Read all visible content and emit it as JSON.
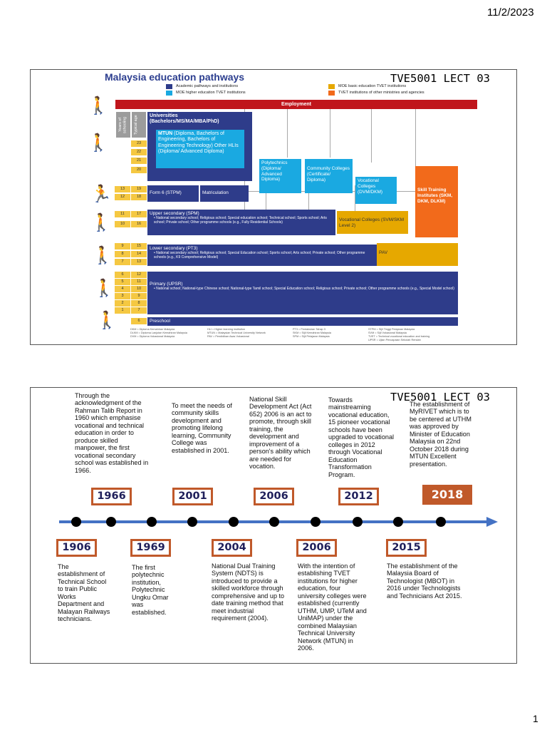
{
  "page": {
    "date": "11/2/2023",
    "number": "1"
  },
  "lecture_code": "TVE5001 LECT 03",
  "pathways": {
    "title": "Malaysia education pathways",
    "legend": [
      {
        "label": "Academic pathways and institutions",
        "color": "#2e3c8a"
      },
      {
        "label": "MOE higher education TVET institutions",
        "color": "#1aa9e1"
      },
      {
        "label": "MOE basic education TVET institutions",
        "color": "#e6a800"
      },
      {
        "label": "TVET institutions of other ministries and agencies",
        "color": "#f26a1b"
      }
    ],
    "employment": "Employment",
    "side_headers": {
      "years": "Years of schooling",
      "age": "Typical age"
    },
    "universities": {
      "title": "Universities",
      "subtitle": "(Bachelors/MS/MA/MBA/PhD)"
    },
    "mtun": {
      "bold": "MTUN",
      "text": " (Diploma, Bachelors of Engineering, Bachelors of Engineering Technology) Other HLIs (Diploma/ Advanced Diploma)"
    },
    "polytechnics": "Polytechnics (Diploma/ Advanced Diploma)",
    "community_colleges": "Community Colleges (Certificate/ Diploma)",
    "vocational_colleges_dvm": "Vocational Colleges (DVM/DKM)",
    "skill_training": "Skill Training Institutes (SKM, DKM, DLKM)",
    "form6": "Form 6 (STPM)",
    "matriculation": "Matriculation",
    "upper_secondary": {
      "title": "Upper secondary (SPM)",
      "detail": "National secondary school; Religious school; Special education school; Technical school; Sports school; Arts school; Private school; Other programme schools  (e.g., Fully Residential Schools)"
    },
    "vocational_colleges_svm": "Vocational Colleges (SVM/SKM Level 2)",
    "lower_secondary": {
      "title": "Lower secondary (PT3)",
      "detail": "National secondary school; Religious school; Special Education school; Sports school; Arts school; Private school; Other programme schools (e.g., K9 Comprehensive Model)"
    },
    "pav": "PAV",
    "primary": {
      "title": "Primary (UPSR)",
      "detail": "National school; National-type Chinese school; National-type Tamil school; Special Education school; Religious school; Private school; Other programme schools (e.g., Special Model school)"
    },
    "preschool": "Preschool",
    "ages": {
      "university": [
        "23",
        "22",
        "21",
        "20"
      ],
      "form6": [
        [
          "13",
          "19"
        ],
        [
          "12",
          "18"
        ]
      ],
      "upper": [
        [
          "11",
          "17"
        ],
        [
          "10",
          "16"
        ]
      ],
      "lower": [
        [
          "9",
          "15"
        ],
        [
          "8",
          "14"
        ],
        [
          "7",
          "13"
        ]
      ],
      "primary": [
        [
          "6",
          "12"
        ],
        [
          "5",
          "11"
        ],
        [
          "4",
          "10"
        ],
        [
          "3",
          "9"
        ],
        [
          "2",
          "8"
        ],
        [
          "1",
          "7"
        ]
      ],
      "preschool": "6"
    },
    "abbreviations": [
      "DKM = Diploma Kemahiran Malaysia\nDLKM = Diploma Lanjutan Kemahiran Malaysia\nDVM = Diploma Vokasional Malaysia",
      "HLI = Higher learning institution\nMTUN = Malaysian Technical University Network\nPAV = Pendidikan Asas Vokasional",
      "PT3 = Pentaksiran Tahap 3\nSKM = Sijil Kemahiran Malaysia\nSPM = Sijil Pelajaran Malaysia",
      "STPM = Sijil Tinggi Pelajaran Malaysia\nSVM = Sijil Vokasional Malaysia\nTVET = Technical vocational education and training\nUPSR = Ujian Pencapaian Sekolah Rendah"
    ]
  },
  "timeline": {
    "events": [
      {
        "year": "1966",
        "text": "Through the acknowledgment of the Rahman Talib Report in 1960 which emphasise vocational and technical education in order to produce skilled manpower, the first vocational secondary school was established in 1966."
      },
      {
        "year": "2001",
        "text": "To meet the needs of community skills development and promoting lifelong learning, Community College was established in 2001."
      },
      {
        "year": "2006",
        "text": "National Skill Development Act (Act 652) 2006 is an act to promote, through skill training, the development and improvement of a person's ability which are needed for vocation."
      },
      {
        "year": "2012",
        "text": "Towards mainstreaming vocational education, 15 pioneer vocational schools have been upgraded to vocational colleges in 2012 through Vocational Education Transformation Program."
      },
      {
        "year": "2018",
        "text": "The establishment of MyRIVET which is to be centered at UTHM was approved by Minister of Education Malaysia on 22nd October 2018 during MTUN Excellent presentation."
      },
      {
        "year": "1906",
        "text": "The establishment of Technical School to train Public Works Department and Malayan Railways technicians."
      },
      {
        "year": "1969",
        "text": "The first polytechnic institution, Polytechnic Ungku Omar was established."
      },
      {
        "year": "2004",
        "text": "National Dual Training System (NDTS) is introduced to provide a skilled workforce through comprehensive and up to date training method that meet industrial requirement (2004)."
      },
      {
        "year": "2006",
        "text": "With the intention of establishing TVET institutions for higher education, four university colleges were established (currently UTHM, UMP, UTeM and UniMAP) under the combined Malaysian Technical University Network (MTUN) in 2006."
      },
      {
        "year": "2015",
        "text": "The establishment of the Malaysia Board of Technologist (MBOT) in 2016 under Technologists and Technicians Act 2015."
      }
    ]
  }
}
